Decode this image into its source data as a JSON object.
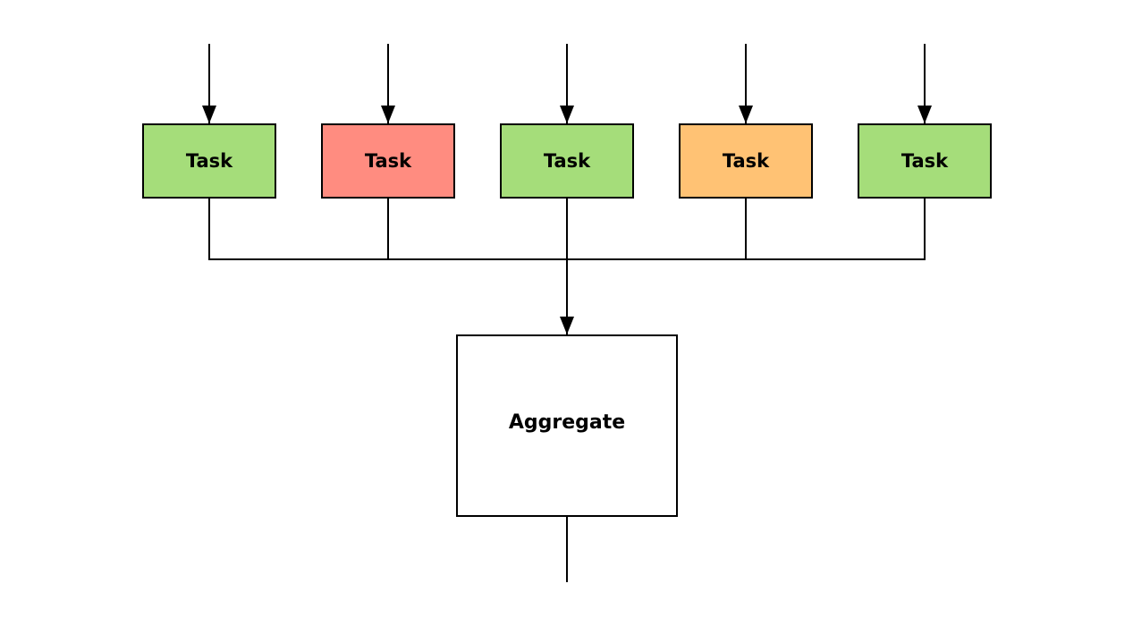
{
  "colors": {
    "green": "#a5dd7a",
    "red": "#ff8c80",
    "orange": "#ffc274",
    "white": "#ffffff",
    "stroke": "#000000"
  },
  "tasks": [
    {
      "label": "Task",
      "color": "#a5dd7a"
    },
    {
      "label": "Task",
      "color": "#ff8c80"
    },
    {
      "label": "Task",
      "color": "#a5dd7a"
    },
    {
      "label": "Task",
      "color": "#ffc274"
    },
    {
      "label": "Task",
      "color": "#a5dd7a"
    }
  ],
  "aggregate": {
    "label": "Aggregate",
    "color": "#ffffff"
  }
}
